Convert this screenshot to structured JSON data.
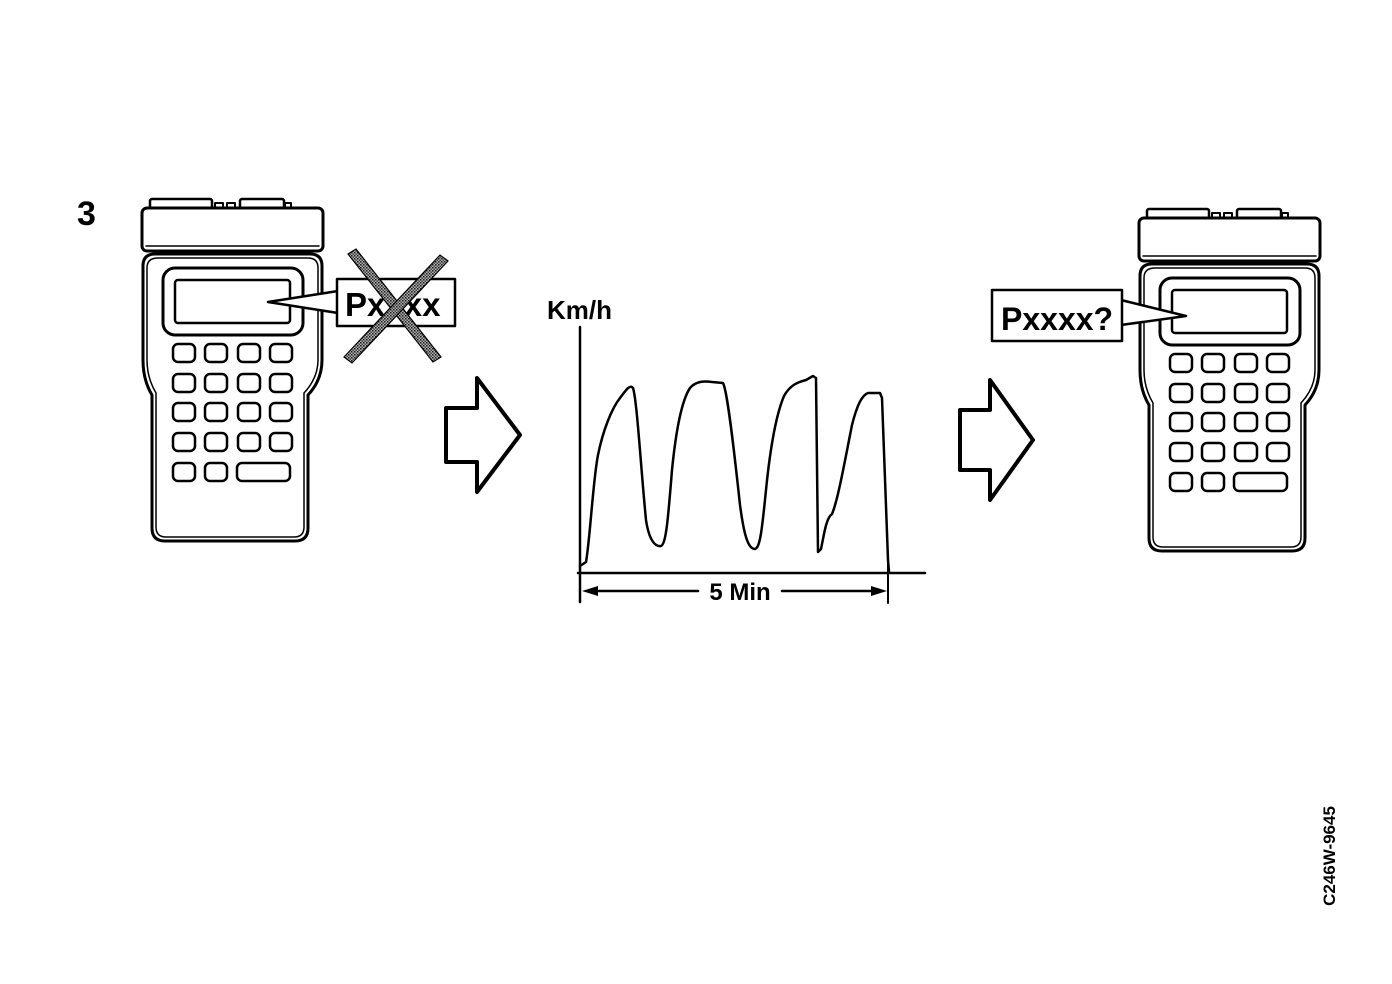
{
  "step_number": "3",
  "left_callout": {
    "text": "Pxxxx"
  },
  "graph": {
    "y_axis_label": "Km/h",
    "duration_label": "5 Min"
  },
  "right_callout": {
    "text": "Pxxxx?"
  },
  "figure_code": "C246W-9645"
}
